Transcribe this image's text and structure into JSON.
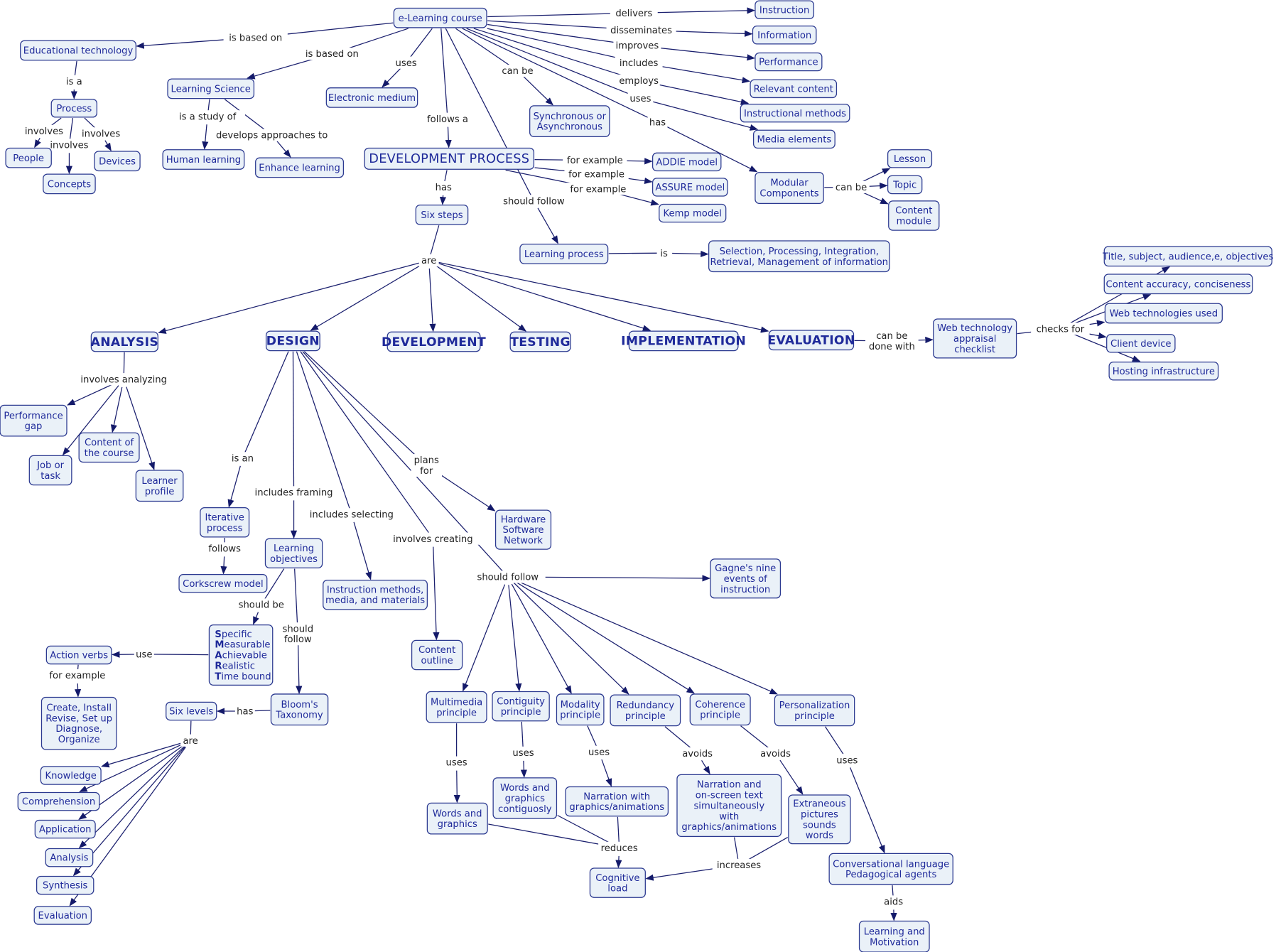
{
  "title": "e-Learning course concept map",
  "colors": {
    "node_fill": "#eaf1f8",
    "node_border": "#2b3990",
    "node_text": "#1f2a9a",
    "link": "#1a1f6e"
  },
  "nodes": {
    "elc": {
      "lines": [
        "e-Learning course"
      ]
    },
    "edtech": {
      "lines": [
        "Educational technology"
      ]
    },
    "process": {
      "lines": [
        "Process"
      ]
    },
    "people": {
      "lines": [
        "People"
      ]
    },
    "concepts": {
      "lines": [
        "Concepts"
      ]
    },
    "devices": {
      "lines": [
        "Devices"
      ]
    },
    "lsci": {
      "lines": [
        "Learning Science"
      ]
    },
    "human": {
      "lines": [
        "Human learning"
      ]
    },
    "enhance": {
      "lines": [
        "Enhance learning"
      ]
    },
    "emedium": {
      "lines": [
        "Electronic medium"
      ]
    },
    "sync": {
      "lines": [
        "Synchronous or",
        "Asynchronous"
      ]
    },
    "devproc": {
      "lines": [
        "DEVELOPMENT PROCESS"
      ]
    },
    "addie": {
      "lines": [
        "ADDIE model"
      ]
    },
    "assure": {
      "lines": [
        "ASSURE model"
      ]
    },
    "kemp": {
      "lines": [
        "Kemp model"
      ]
    },
    "sixsteps": {
      "lines": [
        "Six steps"
      ]
    },
    "lproc": {
      "lines": [
        "Learning process"
      ]
    },
    "spi": {
      "lines": [
        "Selection, Processing, Integration,",
        "Retrieval, Management of  information"
      ]
    },
    "instruction": {
      "lines": [
        "Instruction"
      ]
    },
    "information": {
      "lines": [
        "Information"
      ]
    },
    "performance": {
      "lines": [
        "Performance"
      ]
    },
    "relcontent": {
      "lines": [
        "Relevant content"
      ]
    },
    "instmethods": {
      "lines": [
        "Instructional methods"
      ]
    },
    "media": {
      "lines": [
        "Media elements"
      ]
    },
    "modular": {
      "lines": [
        "Modular",
        "Components"
      ]
    },
    "lesson": {
      "lines": [
        "Lesson"
      ]
    },
    "topic": {
      "lines": [
        "Topic"
      ]
    },
    "contentmod": {
      "lines": [
        "Content",
        "module"
      ]
    },
    "analysis": {
      "lines": [
        "ANALYSIS"
      ]
    },
    "design": {
      "lines": [
        "DESIGN"
      ]
    },
    "development": {
      "lines": [
        "DEVELOPMENT"
      ]
    },
    "testing": {
      "lines": [
        "TESTING"
      ]
    },
    "impl": {
      "lines": [
        "IMPLEMENTATION"
      ]
    },
    "evaluation": {
      "lines": [
        "EVALUATION"
      ]
    },
    "webtech": {
      "lines": [
        "Web technology",
        "appraisal",
        "checklist"
      ]
    },
    "title": {
      "lines": [
        "Title, subject, audience,e, objectives"
      ]
    },
    "accuracy": {
      "lines": [
        "Content accuracy, conciseness"
      ]
    },
    "webused": {
      "lines": [
        "Web technologies used"
      ]
    },
    "client": {
      "lines": [
        "Client device"
      ]
    },
    "hosting": {
      "lines": [
        "Hosting infrastructure"
      ]
    },
    "perfgap": {
      "lines": [
        "Performance",
        "gap"
      ]
    },
    "content": {
      "lines": [
        "Content of",
        "the course"
      ]
    },
    "job": {
      "lines": [
        "Job or",
        "task"
      ]
    },
    "learner": {
      "lines": [
        "Learner",
        "profile"
      ]
    },
    "iter": {
      "lines": [
        "Iterative",
        "process"
      ]
    },
    "corkscrew": {
      "lines": [
        "Corkscrew model"
      ]
    },
    "lobj": {
      "lines": [
        "Learning",
        "objectives"
      ]
    },
    "imm": {
      "lines": [
        "Instruction methods,",
        "media, and materials"
      ]
    },
    "smart": {
      "lines": [
        "Specific",
        "Measurable",
        "Achievable",
        "Realistic",
        "Time bound"
      ],
      "bold_initials": true
    },
    "action": {
      "lines": [
        "Action verbs"
      ]
    },
    "create": {
      "lines": [
        "Create, Install",
        "Revise, Set up",
        "Diagnose,",
        "Organize"
      ]
    },
    "bloom": {
      "lines": [
        "Bloom's",
        "Taxonomy"
      ]
    },
    "sixlevels": {
      "lines": [
        "Six levels"
      ]
    },
    "knowledge": {
      "lines": [
        "Knowledge"
      ]
    },
    "comprehension": {
      "lines": [
        "Comprehension"
      ]
    },
    "application": {
      "lines": [
        "Application"
      ]
    },
    "analysis2": {
      "lines": [
        "Analysis"
      ]
    },
    "synthesis": {
      "lines": [
        "Synthesis"
      ]
    },
    "evaluation2": {
      "lines": [
        "Evaluation"
      ]
    },
    "hw": {
      "lines": [
        "Hardware",
        "Software",
        "Network"
      ]
    },
    "gagne": {
      "lines": [
        "Gagne's nine",
        "events of",
        "instruction"
      ]
    },
    "coutline": {
      "lines": [
        "Content",
        "outline"
      ]
    },
    "multimedia": {
      "lines": [
        "Multimedia",
        "principle"
      ]
    },
    "contiguity": {
      "lines": [
        "Contiguity",
        "principle"
      ]
    },
    "modality": {
      "lines": [
        "Modality",
        "principle"
      ]
    },
    "redundancy": {
      "lines": [
        "Redundancy",
        "principle"
      ]
    },
    "coherence": {
      "lines": [
        "Coherence",
        "principle"
      ]
    },
    "personal": {
      "lines": [
        "Personalization",
        "principle"
      ]
    },
    "wg": {
      "lines": [
        "Words and",
        "graphics"
      ]
    },
    "wgc": {
      "lines": [
        "Words and",
        "graphics",
        "contiguosly"
      ]
    },
    "narration": {
      "lines": [
        "Narration with",
        "graphics/animations"
      ]
    },
    "narration2": {
      "lines": [
        "Narration and",
        "on-screen text",
        "simultaneously",
        "with",
        "graphics/animations"
      ]
    },
    "extraneous": {
      "lines": [
        "Extraneous",
        "pictures",
        "sounds",
        "words"
      ]
    },
    "cogload": {
      "lines": [
        "Cognitive",
        "load"
      ]
    },
    "conv": {
      "lines": [
        "Conversational language",
        "Pedagogical agents"
      ]
    },
    "motivation": {
      "lines": [
        "Learning and",
        "Motivation"
      ]
    }
  },
  "links": [
    {
      "lines": [
        "is based on"
      ],
      "from": [
        "elc"
      ],
      "to": [
        "edtech"
      ]
    },
    {
      "lines": [
        "is based on"
      ],
      "from": [
        "elc"
      ],
      "to": [
        "lsci"
      ]
    },
    {
      "lines": [
        "uses"
      ],
      "from": [
        "elc"
      ],
      "to": [
        "emedium"
      ]
    },
    {
      "lines": [
        "follows a"
      ],
      "from": [
        "elc"
      ],
      "to": [
        "devproc"
      ]
    },
    {
      "lines": [
        "can be"
      ],
      "from": [
        "elc"
      ],
      "to": [
        "sync"
      ]
    },
    {
      "lines": [
        "should follow"
      ],
      "from": [
        "elc"
      ],
      "to": [
        "lproc"
      ]
    },
    {
      "lines": [
        "delivers"
      ],
      "from": [
        "elc"
      ],
      "to": [
        "instruction"
      ]
    },
    {
      "lines": [
        "disseminates"
      ],
      "from": [
        "elc"
      ],
      "to": [
        "information"
      ]
    },
    {
      "lines": [
        "improves"
      ],
      "from": [
        "elc"
      ],
      "to": [
        "performance"
      ]
    },
    {
      "lines": [
        "includes"
      ],
      "from": [
        "elc"
      ],
      "to": [
        "relcontent"
      ]
    },
    {
      "lines": [
        "employs"
      ],
      "from": [
        "elc"
      ],
      "to": [
        "instmethods"
      ]
    },
    {
      "lines": [
        "uses"
      ],
      "from": [
        "elc"
      ],
      "to": [
        "media"
      ]
    },
    {
      "lines": [
        "has"
      ],
      "from": [
        "elc"
      ],
      "to": [
        "modular"
      ]
    },
    {
      "lines": [
        "is a"
      ],
      "from": [
        "edtech"
      ],
      "to": [
        "process"
      ]
    },
    {
      "lines": [
        "involves"
      ],
      "from": [
        "process"
      ],
      "to": [
        "people"
      ]
    },
    {
      "lines": [
        "involves"
      ],
      "from": [
        "process"
      ],
      "to": [
        "concepts"
      ]
    },
    {
      "lines": [
        "involves"
      ],
      "from": [
        "process"
      ],
      "to": [
        "devices"
      ]
    },
    {
      "lines": [
        "is a study of"
      ],
      "from": [
        "lsci"
      ],
      "to": [
        "human"
      ]
    },
    {
      "lines": [
        "develops approaches to"
      ],
      "from": [
        "lsci"
      ],
      "to": [
        "enhance"
      ]
    },
    {
      "lines": [
        "for example"
      ],
      "from": [
        "devproc"
      ],
      "to": [
        "addie"
      ]
    },
    {
      "lines": [
        "for example"
      ],
      "from": [
        "devproc"
      ],
      "to": [
        "assure"
      ]
    },
    {
      "lines": [
        "for example"
      ],
      "from": [
        "devproc"
      ],
      "to": [
        "kemp"
      ]
    },
    {
      "lines": [
        "has"
      ],
      "from": [
        "devproc"
      ],
      "to": [
        "sixsteps"
      ]
    },
    {
      "lines": [
        "is"
      ],
      "from": [
        "lproc"
      ],
      "to": [
        "spi"
      ]
    },
    {
      "lines": [
        "can be"
      ],
      "from": [
        "modular"
      ],
      "to": [
        "lesson",
        "topic",
        "contentmod"
      ]
    },
    {
      "lines": [
        "are"
      ],
      "from": [
        "sixsteps"
      ],
      "to": [
        "analysis",
        "design",
        "development",
        "testing",
        "impl",
        "evaluation"
      ]
    },
    {
      "lines": [
        "can be",
        "done with"
      ],
      "from": [
        "evaluation"
      ],
      "to": [
        "webtech"
      ]
    },
    {
      "lines": [
        "checks for"
      ],
      "from": [
        "webtech"
      ],
      "to": [
        "title",
        "accuracy",
        "webused",
        "client",
        "hosting"
      ]
    },
    {
      "lines": [
        "involves analyzing"
      ],
      "from": [
        "analysis"
      ],
      "to": [
        "perfgap",
        "content",
        "job",
        "learner"
      ]
    },
    {
      "lines": [
        "is an"
      ],
      "from": [
        "design"
      ],
      "to": [
        "iter"
      ]
    },
    {
      "lines": [
        "includes framing"
      ],
      "from": [
        "design"
      ],
      "to": [
        "lobj"
      ]
    },
    {
      "lines": [
        "includes selecting"
      ],
      "from": [
        "design"
      ],
      "to": [
        "imm"
      ]
    },
    {
      "lines": [
        "plans",
        "for"
      ],
      "from": [
        "design"
      ],
      "to": [
        "hw"
      ]
    },
    {
      "lines": [
        "involves creating"
      ],
      "from": [
        "design"
      ],
      "to": [
        "coutline"
      ]
    },
    {
      "lines": [
        "should follow"
      ],
      "from": [
        "design"
      ],
      "to": [
        "gagne",
        "multimedia",
        "contiguity",
        "modality",
        "redundancy",
        "coherence",
        "personal"
      ]
    },
    {
      "lines": [
        "follows"
      ],
      "from": [
        "iter"
      ],
      "to": [
        "corkscrew"
      ]
    },
    {
      "lines": [
        "should be"
      ],
      "from": [
        "lobj"
      ],
      "to": [
        "smart"
      ]
    },
    {
      "lines": [
        "should",
        "follow"
      ],
      "from": [
        "lobj"
      ],
      "to": [
        "bloom"
      ]
    },
    {
      "lines": [
        "use"
      ],
      "from": [
        "smart"
      ],
      "to": [
        "action"
      ]
    },
    {
      "lines": [
        "for example"
      ],
      "from": [
        "action"
      ],
      "to": [
        "create"
      ]
    },
    {
      "lines": [
        "has"
      ],
      "from": [
        "bloom"
      ],
      "to": [
        "sixlevels"
      ]
    },
    {
      "lines": [
        "are"
      ],
      "from": [
        "sixlevels"
      ],
      "to": [
        "knowledge",
        "comprehension",
        "application",
        "analysis2",
        "synthesis",
        "evaluation2"
      ]
    },
    {
      "lines": [
        "uses"
      ],
      "from": [
        "multimedia"
      ],
      "to": [
        "wg"
      ]
    },
    {
      "lines": [
        "uses"
      ],
      "from": [
        "contiguity"
      ],
      "to": [
        "wgc"
      ]
    },
    {
      "lines": [
        "uses"
      ],
      "from": [
        "modality"
      ],
      "to": [
        "narration"
      ]
    },
    {
      "lines": [
        "avoids"
      ],
      "from": [
        "redundancy"
      ],
      "to": [
        "narration2"
      ]
    },
    {
      "lines": [
        "avoids"
      ],
      "from": [
        "coherence"
      ],
      "to": [
        "extraneous"
      ]
    },
    {
      "lines": [
        "uses"
      ],
      "from": [
        "personal"
      ],
      "to": [
        "conv"
      ]
    },
    {
      "lines": [
        "reduces"
      ],
      "from": [
        "wg",
        "wgc",
        "narration"
      ],
      "to": [
        "cogload"
      ]
    },
    {
      "lines": [
        "increases"
      ],
      "from": [
        "narration2",
        "extraneous"
      ],
      "to": [
        "cogload"
      ]
    },
    {
      "lines": [
        "aids"
      ],
      "from": [
        "conv"
      ],
      "to": [
        "motivation"
      ]
    }
  ]
}
